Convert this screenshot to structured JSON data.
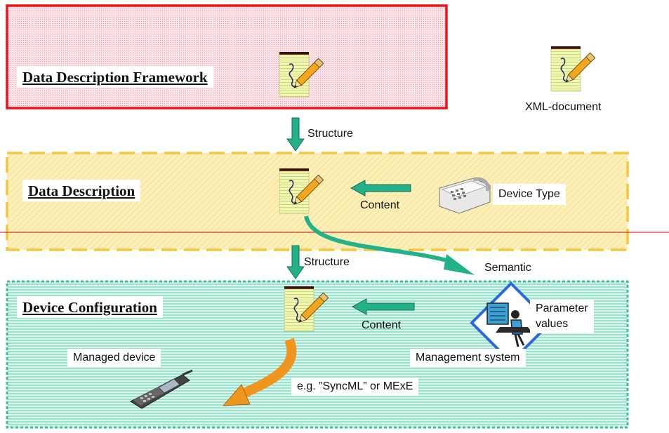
{
  "layers": {
    "framework": {
      "title": "Data Description Framework",
      "border_color": "#e8141c",
      "fill": "#fcd0d6"
    },
    "description": {
      "title": "Data Description",
      "border_color": "#f5c542",
      "fill": "#fbeaa6"
    },
    "configuration": {
      "title": "Device Configuration",
      "border_color": "#3cc0a0",
      "fill": "#bfe9dc"
    }
  },
  "labels": {
    "xml_document": "XML-document",
    "structure_1": "Structure",
    "structure_2": "Structure",
    "content_1": "Content",
    "content_2": "Content",
    "device_type": "Device Type",
    "semantic": "Semantic",
    "parameter_values": "Parameter\nvalues",
    "management_system": "Management system",
    "managed_device": "Managed device",
    "protocol": "e.g. ”SyncML” or MExE"
  },
  "icons": {
    "document": "xml-document-icon",
    "phone": "desk-phone-icon",
    "management": "management-system-icon",
    "mobile": "mobile-phone-icon"
  },
  "colors": {
    "arrow_green": "#21b28a",
    "arrow_orange": "#f0961e",
    "divider_red": "#cc0000"
  }
}
